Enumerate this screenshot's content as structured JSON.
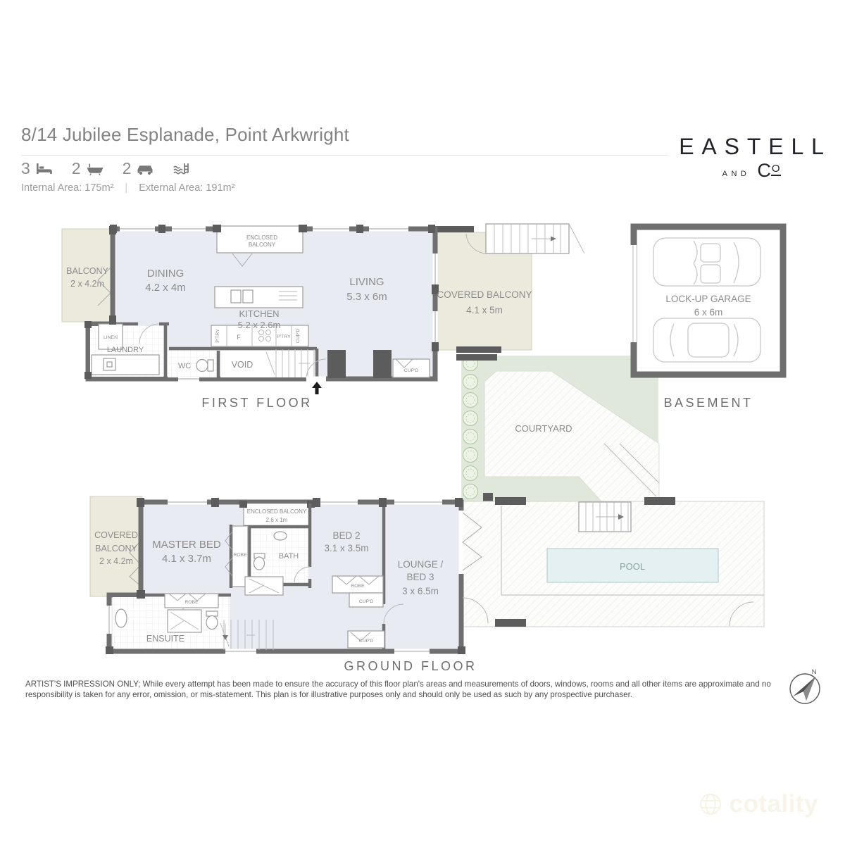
{
  "header": {
    "address": "8/14 Jubilee Esplanade, Point Arkwright",
    "beds": "3",
    "baths": "2",
    "cars": "2",
    "internal_area": "Internal Area: 175m²",
    "separator": "|",
    "external_area": "External Area: 191m²"
  },
  "logo": {
    "name": "EASTELL",
    "and": "AND",
    "co_c": "C",
    "co_o": "O"
  },
  "titles": {
    "first_floor": "FIRST FLOOR",
    "basement": "BASEMENT",
    "ground_floor": "GROUND FLOOR"
  },
  "first_floor": {
    "balcony_name": "BALCONY",
    "balcony_size": "2 x 4.2m",
    "dining_name": "DINING",
    "dining_size": "4.2 x 4m",
    "enclosed_balcony_l1": "ENCLOSED",
    "enclosed_balcony_l2": "BALCONY",
    "living_name": "LIVING",
    "living_size": "5.3 x 6m",
    "covered_balcony_name": "COVERED BALCONY",
    "covered_balcony_size": "4.1 x 5m",
    "kitchen_name": "KITCHEN",
    "kitchen_size": "5.2 x 2.6m",
    "linen": "LINEN",
    "laundry": "LAUNDRY",
    "wc": "WC",
    "void": "VOID",
    "pantry": "P'TRY",
    "fridge": "F",
    "cupboard": "CUP'D"
  },
  "basement": {
    "garage_name": "LOCK-UP GARAGE",
    "garage_size": "6 x 6m"
  },
  "outdoor": {
    "courtyard": "COURTYARD",
    "pool": "POOL"
  },
  "ground_floor": {
    "covered_balcony_l1": "COVERED",
    "covered_balcony_l2": "BALCONY",
    "covered_balcony_size": "2 x 4.2m",
    "master_name": "MASTER BED",
    "master_size": "4.1 x 3.7m",
    "enclosed_balcony_name": "ENCLOSED BALCONY",
    "enclosed_balcony_size": "2.6 x 1m",
    "bath": "BATH",
    "robe": "ROBE",
    "cupboard": "CUP'D",
    "bed2_name": "BED 2",
    "bed2_size": "3.1 x 3.5m",
    "lounge_l1": "LOUNGE /",
    "lounge_l2": "BED 3",
    "lounge_size": "3 x 6.5m",
    "ensuite": "ENSUITE"
  },
  "compass": {
    "north": "N"
  },
  "disclaimer": "ARTIST'S IMPRESSION ONLY; While every attempt has been made to ensure the accuracy of this floor plan's areas and measurements of doors, windows, rooms and all other items are approximate and no responsibility is taken for any error, omission, or mis-statement. This plan is for illustrative purposes only and should only be used as such by any prospective purchaser.",
  "watermark": "cotality",
  "colors": {
    "wall": "#6f6f6f",
    "interior": "#e9ebf2",
    "balcony_beige": "#ece9dd",
    "courtyard_green": "#e0e8dc",
    "pool_blue": "#e4f0f1",
    "label_gray": "#8c8c8c",
    "logo_ink": "#23242b",
    "watermark_cream": "#f8f4ea"
  }
}
